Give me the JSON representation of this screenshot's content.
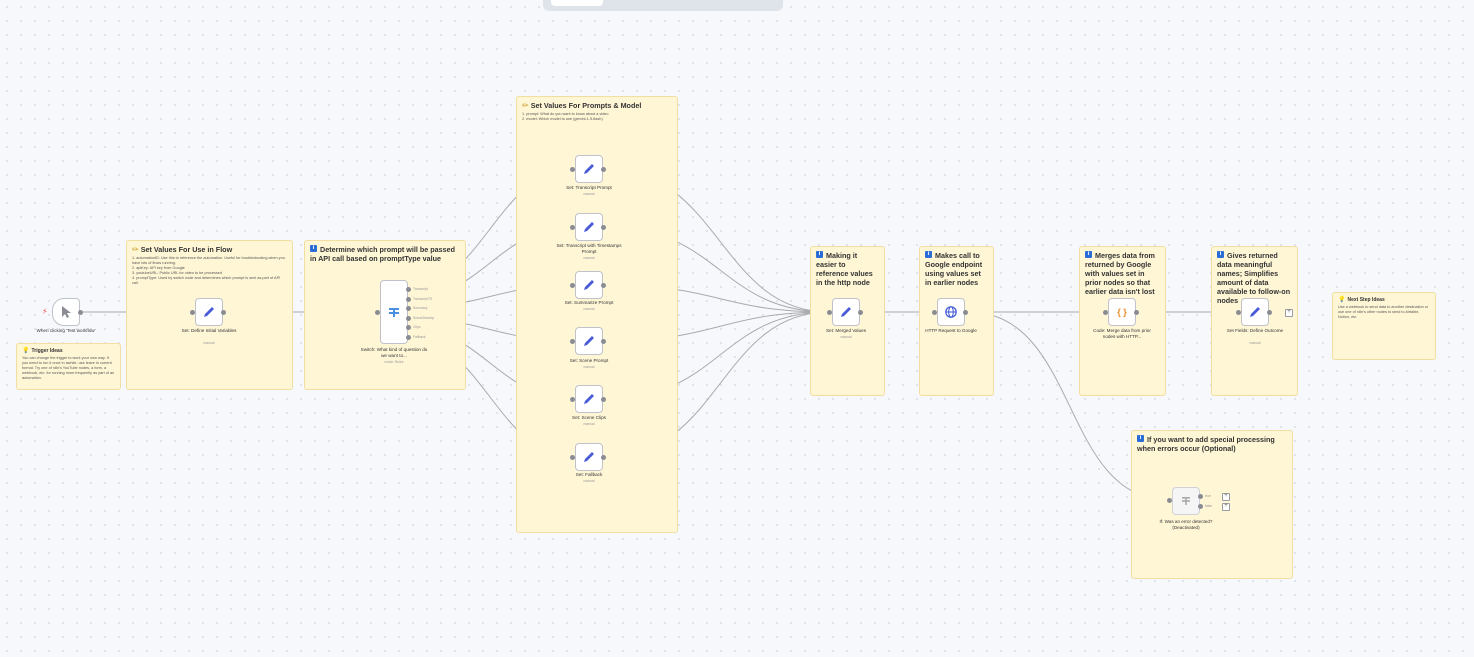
{
  "canvas": {
    "accent": "#2b6cd6",
    "pencil_icon_color": "#4a5bd8",
    "sticky_bg": "#fff6d6"
  },
  "stickies": {
    "use_in_flow": {
      "title": "Set Values For Use in Flow",
      "lines": [
        "1. automationID: Use this to reference the automation. Useful for troubleshooting when you have lots of flows running.",
        "2. apiKey: API key from Google",
        "3. youtubeURL: Public URL for video to be processed",
        "4. promptType: Used by switch node and determines which prompt is sent as part of API call."
      ]
    },
    "determine": {
      "title": "Determine which prompt will be passed in API call based on promptType value"
    },
    "prompts_model": {
      "title": "Set Values For Prompts & Model",
      "lines": [
        "1. prompt: What do you want to know about a video",
        "2. model: Which model to use (gemini-1.5-flash)"
      ]
    },
    "making_easier": {
      "title": "Making it easier to reference values in the http node"
    },
    "makes_call": {
      "title": "Makes call to Google endpoint using values set in earlier nodes"
    },
    "merges": {
      "title": "Merges data from returned by Google with values set in prior nodes so that earlier data isn't lost"
    },
    "gives": {
      "title": "Gives returned data meaningful names; Simplifies amount of data available to follow-on nodes"
    },
    "trigger_ideas": {
      "title": "Trigger Ideas",
      "body": "You can change the trigger to work your own way. If you need to run it once in awhile, use leave in current format. Try one of n8n's YouTube nodes, a form, a webhook, etc. for running more frequently as part of an automation."
    },
    "next_step": {
      "title": "Next Step Ideas",
      "body": "Use a webhook to send data to another destination or use one of n8n's other nodes to send to Airtable, Notion, etc."
    },
    "errors": {
      "title": "If you want to add special processing when errors occur (Optional)"
    }
  },
  "nodes": {
    "trigger": {
      "label": "When clicking 'Test workflow'"
    },
    "define": {
      "label": "Set: Define Initial Variables",
      "sub": "manual"
    },
    "switch": {
      "label": "Switch: What kind of question do we want to...",
      "sub": "mode: Rules",
      "outputs": [
        "Transcript",
        "TranscriptTS",
        "Summary",
        "SceneDescrip",
        "Clips",
        "Fallback"
      ]
    },
    "transcript": {
      "label": "Set: Transcript Prompt",
      "sub": "manual"
    },
    "transcript_ts": {
      "label": "Set: Transcript with Timestamps Prompt",
      "sub": "manual"
    },
    "summarize": {
      "label": "Set: Summarize Prompt",
      "sub": "manual"
    },
    "scene": {
      "label": "Set: Scene Prompt",
      "sub": "manual"
    },
    "clips": {
      "label": "Set: Scene Clips",
      "sub": "manual"
    },
    "fallback": {
      "label": "Set: Fallback",
      "sub": "manual"
    },
    "merged": {
      "label": "Set: Merged Values",
      "sub": "manual"
    },
    "http": {
      "label": "HTTP Request to Google"
    },
    "code": {
      "label": "Code: Merge data from prior nodes with HTTP..."
    },
    "fields": {
      "label": "Set Fields: Define Outcome",
      "sub": "manual"
    },
    "if": {
      "label": "If: Was an error detected? (Deactivated)",
      "outputs": [
        "true",
        "false"
      ]
    }
  },
  "symbols": {
    "plus": "+",
    "info": "i",
    "code_braces": "{ }"
  }
}
